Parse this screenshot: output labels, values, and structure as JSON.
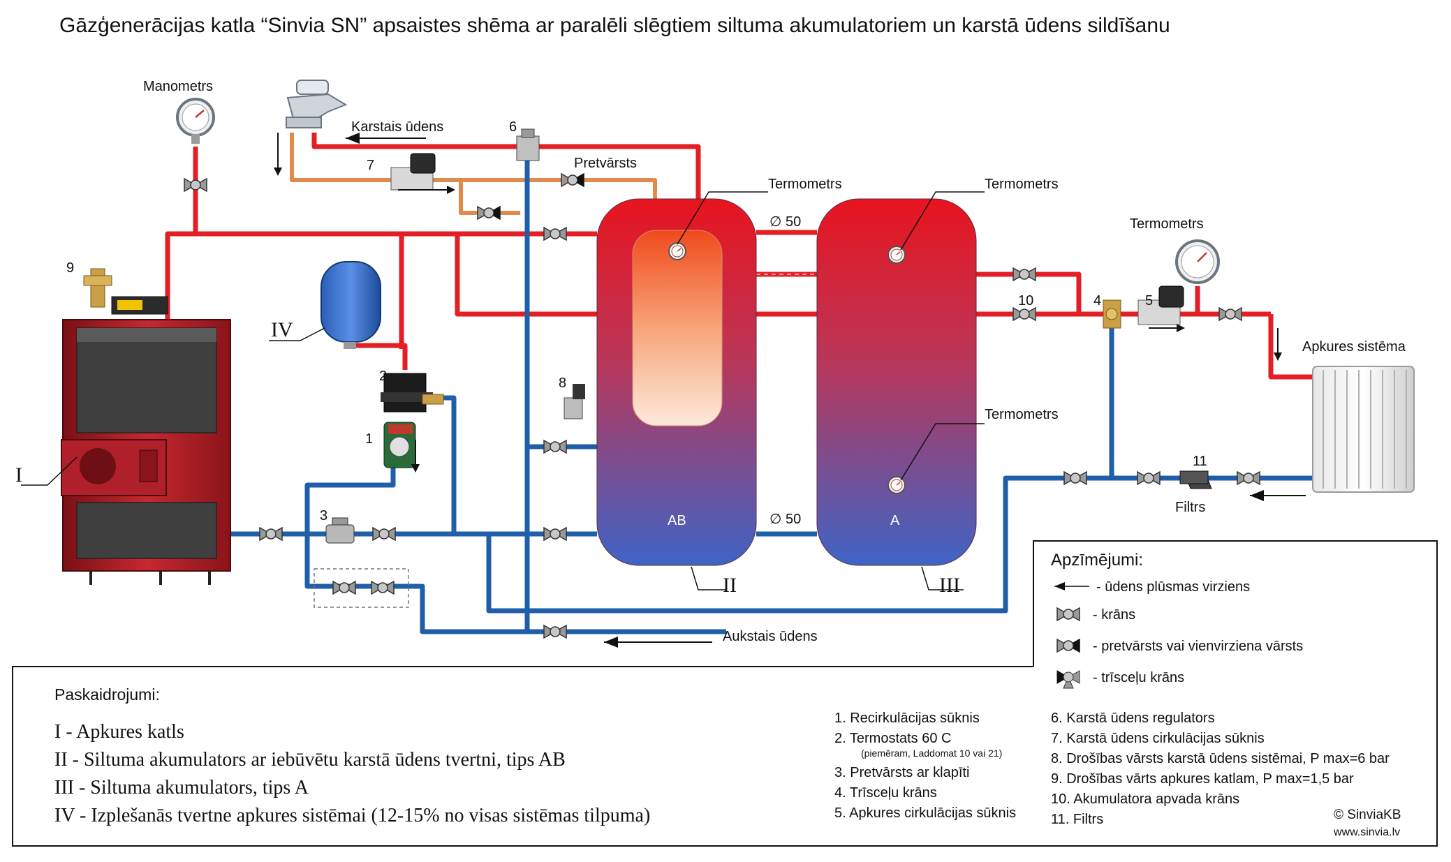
{
  "title": "Gāzģenerācijas katla “Sinvia SN” apsaistes shēma ar paralēli slēgtiem siltuma akumulatoriem un karstā ūdens sildīšanu",
  "labels": {
    "manometer": "Manometrs",
    "hot_water": "Karstais ūdens",
    "check_valve": "Pretvārsts",
    "thermometer": "Termometrs",
    "diameter_top": "∅ 50",
    "diameter_bottom": "∅ 50",
    "tank_ab": "AB",
    "tank_a": "A",
    "heating_system": "Apkures sistēma",
    "filter": "Filtrs",
    "cold_water": "Aukstais ūdens"
  },
  "numbers": {
    "n1": "1",
    "n2": "2",
    "n3": "3",
    "n4": "4",
    "n5": "5",
    "n6": "6",
    "n7": "7",
    "n8": "8",
    "n9": "9",
    "n10": "10",
    "n11": "11"
  },
  "roman": {
    "r1": "I",
    "r2": "II",
    "r3": "III",
    "r4": "IV"
  },
  "legend": {
    "title": "Apzīmējumi:",
    "items": [
      "- ūdens plūsmas virziens",
      "- krāns",
      "- pretvārsts vai vienvirziena vārsts",
      "- trīsceļu krāns"
    ]
  },
  "explanations": {
    "title": "Paskaidrojumi:",
    "items": [
      "I - Apkures katls",
      "II - Siltuma akumulators ar iebūvētu karstā ūdens tvertni, tips AB",
      "III - Siltuma akumulators, tips A",
      "IV - Izplešanās tvertne apkures sistēmai  (12-15% no visas sistēmas tilpuma)"
    ]
  },
  "components_col1": [
    "1. Recirkulācijas sūknis",
    "2. Termostats 60 C",
    "(piemēram, Laddomat 10 vai 21)",
    "3. Pretvārsts ar klapīti",
    "4. Trīsceļu krāns",
    "5. Apkures cirkulācijas sūknis"
  ],
  "components_col2": [
    "6. Karstā ūdens regulators",
    "7. Karstā ūdens cirkulācijas sūknis",
    "8. Drošības vārsts karstā ūdens sistēmai, P max=6 bar",
    "9. Drošības vārts apkures katlam, P max=1,5 bar",
    "10. Akumulatora apvada krāns",
    "11. Filtrs"
  ],
  "copyright": "© SinviaKB",
  "website": "www.sinvia.lv",
  "colors": {
    "hot": "#e31e24",
    "cold": "#1f5ea8",
    "dhw": "#e08a4b",
    "boiler": "#a01c22"
  }
}
